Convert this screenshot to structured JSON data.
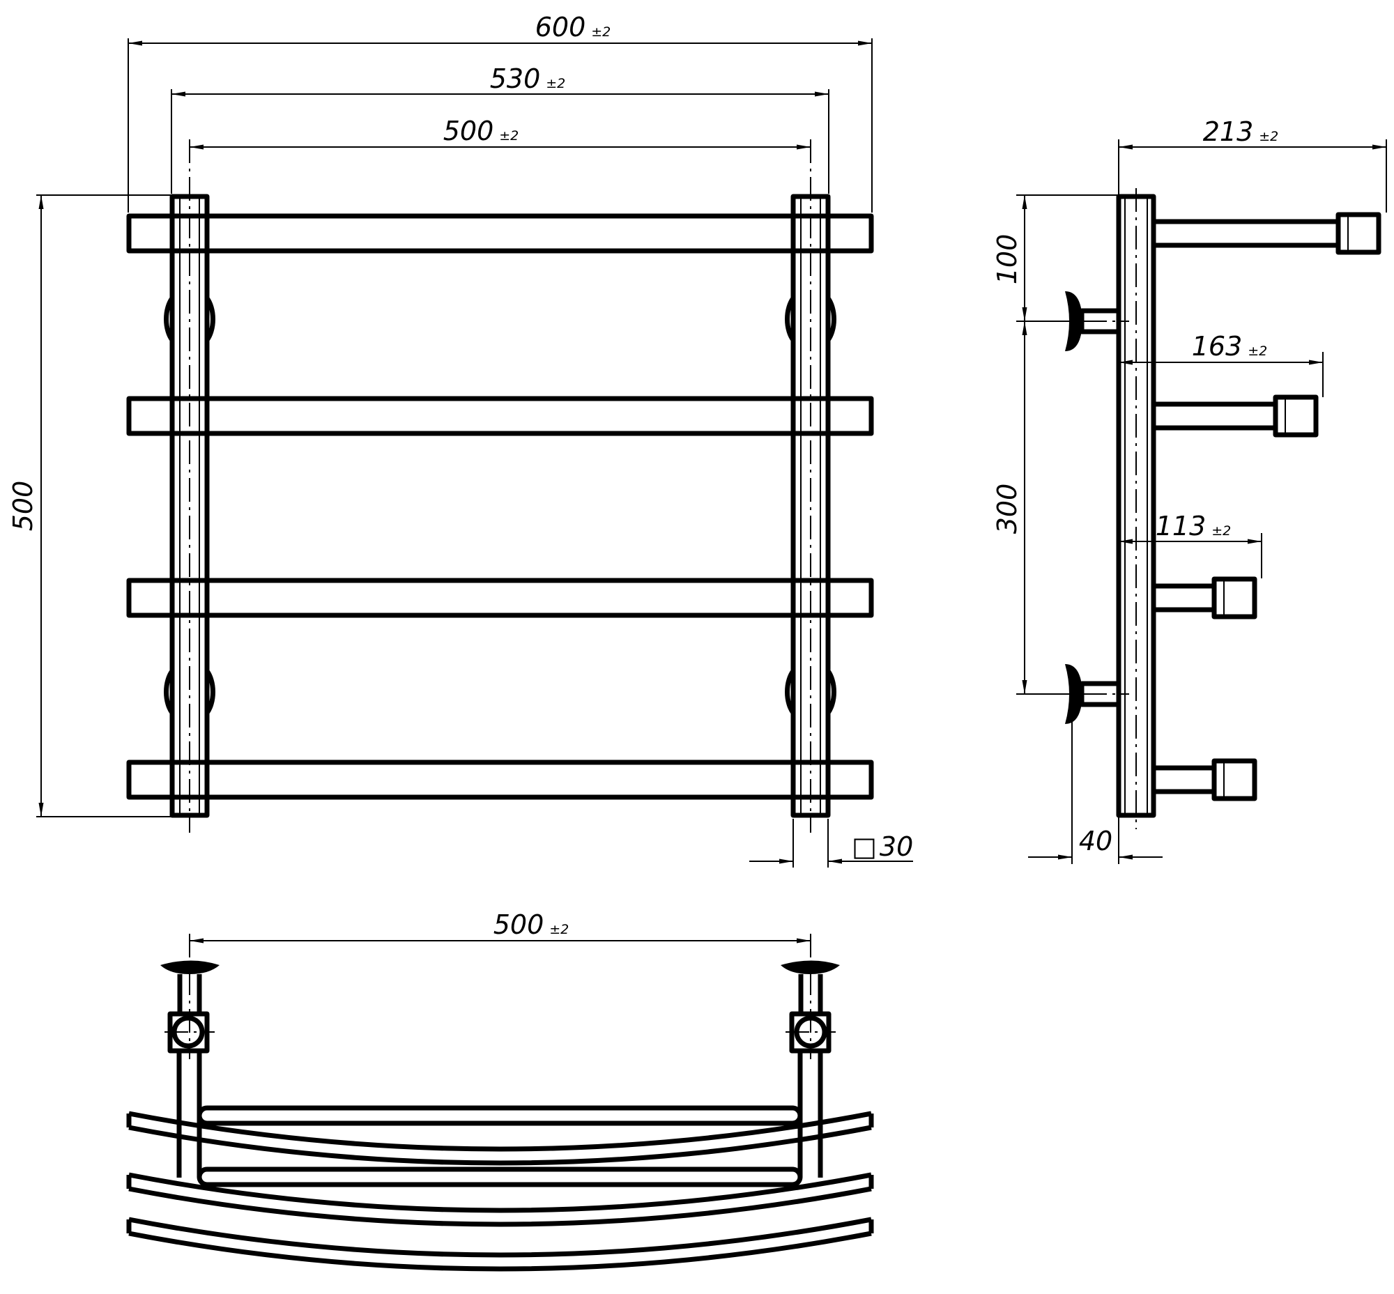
{
  "dimensions": {
    "front_width_overall": {
      "value": "600",
      "tol": "±2"
    },
    "front_width_mid": {
      "value": "530",
      "tol": "±2"
    },
    "front_width_inner": {
      "value": "500",
      "tol": "±2"
    },
    "front_height": {
      "value": "500"
    },
    "tube_section": {
      "symbol": "□",
      "value": "30"
    },
    "side_depth_top": {
      "value": "213",
      "tol": "±2"
    },
    "side_depth_mid": {
      "value": "163",
      "tol": "±2"
    },
    "side_depth_low": {
      "value": "113",
      "tol": "±2"
    },
    "side_mount_top": {
      "value": "100"
    },
    "side_mount_spacing": {
      "value": "300"
    },
    "side_wall_gap": {
      "value": "40"
    },
    "bottom_width": {
      "value": "500",
      "tol": "±2"
    }
  },
  "colors": {
    "line": "#000000",
    "background": "#ffffff"
  }
}
